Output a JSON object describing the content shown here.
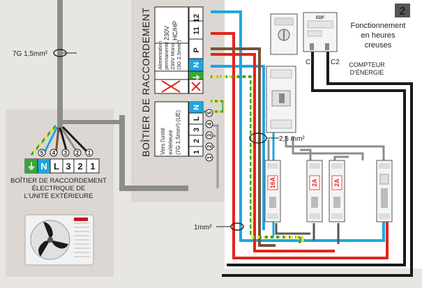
{
  "panel_number": "2",
  "header": {
    "line1": "Fonctionnement",
    "line2": "en heures",
    "line3": "creuses"
  },
  "compteur": {
    "label_line1": "COMPTEUR",
    "label_line2": "D'ÉNERGIE",
    "c1": "C1",
    "c2": "C2",
    "brand": "EDF"
  },
  "boitier": {
    "title": "BOÎTIER DE RACCORDEMENT",
    "hc_line1": "230V",
    "hc_line2": "HC/HP",
    "alim_line1": "Alimentation",
    "alim_line2": "permanente",
    "alim_line3": "230V Mono",
    "alim_line4": "(3G 2,5mm²)",
    "ue_line1": "Vers l'unité",
    "ue_line2": "extérieure",
    "ue_line3": "(7G 1,5mm²) (UE)",
    "top_terminals": [
      "12",
      "11",
      "P",
      "N",
      "⏚"
    ],
    "ue_terminals": [
      "N",
      "L",
      "3",
      "2",
      "1"
    ],
    "ue_numbers": [
      "5",
      "4",
      "3",
      "2",
      "1"
    ]
  },
  "outdoor": {
    "terminals": [
      "⏚",
      "N",
      "L",
      "3",
      "2",
      "1"
    ],
    "numbers": [
      "5",
      "4",
      "3",
      "2",
      "1"
    ],
    "label_line1": "BOÎTIER DE RACCORDEMENT",
    "label_line2": "ÉLECTRIQUE DE",
    "label_line3": "L'UNITÉ EXTÉRIEURE"
  },
  "cables": {
    "cable_7g": "7G 1,5mm²",
    "cable_25": "2,5 mm²",
    "cable_1": "1mm²"
  },
  "breakers": [
    "16A",
    "2A",
    "2A"
  ],
  "colors": {
    "blue": "#1ea6df",
    "red": "#e3241b",
    "brown": "#7a5236",
    "black": "#1a1a1a",
    "grey": "#8c8c8c",
    "green": "#3aa53a",
    "yellow": "#f1e023",
    "panel_bg": "#e8e6e3",
    "zone_bg": "#ded9d4",
    "accent": "#e4202a"
  }
}
